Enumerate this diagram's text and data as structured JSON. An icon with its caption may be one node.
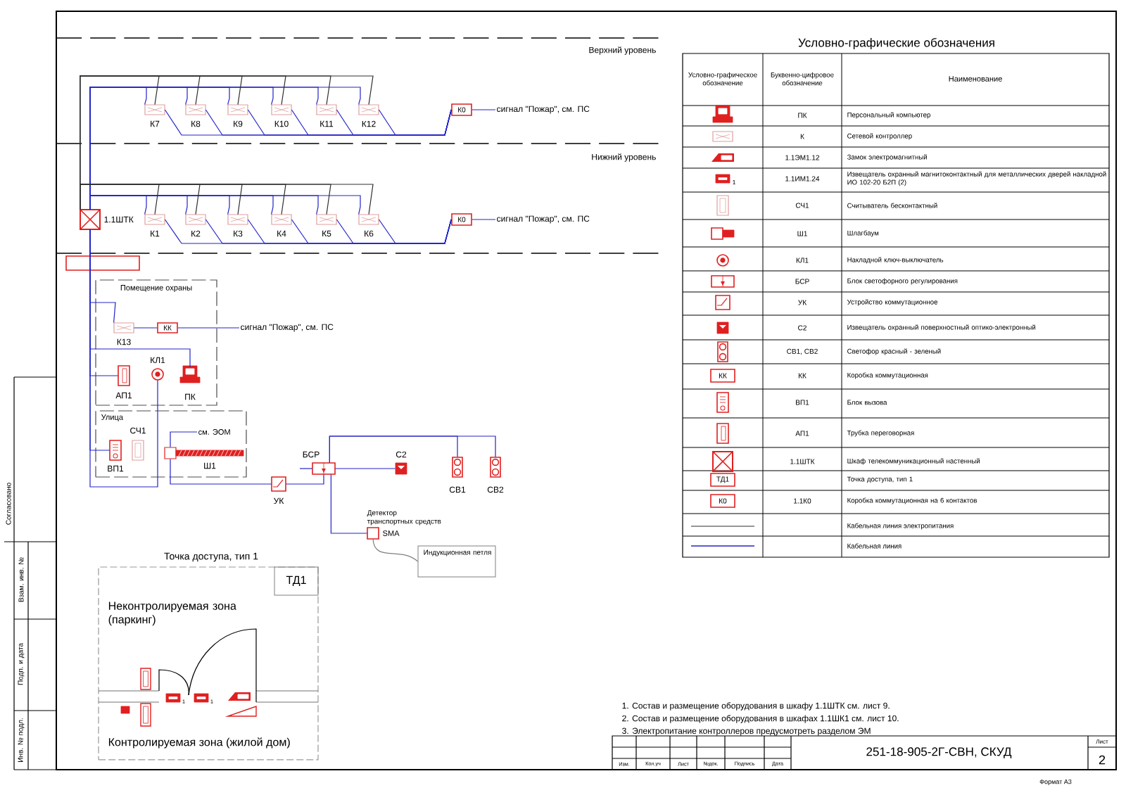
{
  "diagram": {
    "nodes": [
      {
        "text": [
          "К7"
        ]
      },
      {
        "text": [
          "К8"
        ]
      },
      {
        "text": [
          "К9"
        ]
      },
      {
        "text": [
          "К10"
        ]
      },
      {
        "text": [
          "К11"
        ]
      },
      {
        "text": [
          "К12"
        ]
      },
      {
        "text": [
          "К0"
        ]
      },
      {
        "text": [
          "сигнал \"Пожар\", см. ПС"
        ]
      },
      {
        "text": [
          "К1"
        ]
      },
      {
        "text": [
          "К2"
        ]
      },
      {
        "text": [
          "К3"
        ]
      },
      {
        "text": [
          "К4"
        ]
      },
      {
        "text": [
          "К5"
        ]
      },
      {
        "text": [
          "К6"
        ]
      },
      {
        "text": [
          "К0"
        ]
      },
      {
        "text": [
          "сигнал \"Пожар\", см. ПС"
        ]
      },
      {
        "text": [
          "1.1ШТК"
        ]
      },
      {
        "text": [],
        "shape": "box"
      },
      {
        "text": [
          "Помещение охраны"
        ]
      },
      {
        "text": [
          "К13"
        ],
        "in": 18
      },
      {
        "text": [
          "КК"
        ],
        "in": 18
      },
      {
        "text": [
          "сигнал \"Пожар\", см. ПС"
        ]
      },
      {
        "text": [
          "АП1"
        ],
        "in": 18
      },
      {
        "text": [
          "КЛ1"
        ],
        "in": 18
      },
      {
        "text": [
          "ПК"
        ],
        "in": 18
      },
      {
        "text": [
          "Улица"
        ]
      },
      {
        "text": [
          "ВП1"
        ],
        "in": 25
      },
      {
        "text": [
          "СЧ1"
        ],
        "in": 25
      },
      {
        "text": [
          "Ш1"
        ],
        "in": 25
      },
      {
        "text": [
          "см. ЭОМ"
        ],
        "in": 25
      },
      {
        "text": [
          "БСР"
        ]
      },
      {
        "text": [
          "УК"
        ]
      },
      {
        "text": [
          "С2"
        ]
      },
      {
        "text": [
          "СВ1"
        ]
      },
      {
        "text": [
          "СВ2"
        ]
      },
      {
        "text": [
          "Детектор транспортных средств",
          "SMA"
        ]
      },
      {
        "text": [
          "Индукционная петля"
        ]
      },
      {
        "text": [
          "Точка доступа, тип 1",
          "Неконтролируемая зона (паркинг)",
          "Контролируемая зона (жилой дом)"
        ]
      },
      {
        "text": [
          "ТД1"
        ],
        "in": 37
      }
    ],
    "edges": [
      {
        "from": 16,
        "to": 0,
        "arrow": "none"
      },
      {
        "from": 16,
        "to": 1,
        "arrow": "none"
      },
      {
        "from": 16,
        "to": 2,
        "arrow": "none"
      },
      {
        "from": 16,
        "to": 3,
        "arrow": "none"
      },
      {
        "from": 16,
        "to": 4,
        "arrow": "none"
      },
      {
        "from": 16,
        "to": 5,
        "arrow": "none"
      },
      {
        "from": 16,
        "to": 0,
        "arrow": "none",
        "color": "#303030"
      },
      {
        "from": 16,
        "to": 1,
        "arrow": "none",
        "color": "#303030"
      },
      {
        "from": 16,
        "to": 2,
        "arrow": "none",
        "color": "#303030"
      },
      {
        "from": 16,
        "to": 3,
        "arrow": "none",
        "color": "#303030"
      },
      {
        "from": 16,
        "to": 4,
        "arrow": "none",
        "color": "#303030"
      },
      {
        "from": 16,
        "to": 5,
        "arrow": "none",
        "color": "#303030"
      },
      {
        "from": 0,
        "to": 6,
        "arrow": "none"
      },
      {
        "from": 1,
        "to": 6,
        "arrow": "none"
      },
      {
        "from": 2,
        "to": 6,
        "arrow": "none"
      },
      {
        "from": 3,
        "to": 6,
        "arrow": "none"
      },
      {
        "from": 4,
        "to": 6,
        "arrow": "none"
      },
      {
        "from": 5,
        "to": 6,
        "arrow": "none"
      },
      {
        "from": 6,
        "to": 7,
        "arrow": "none"
      },
      {
        "from": 16,
        "to": 8,
        "arrow": "none"
      },
      {
        "from": 16,
        "to": 9,
        "arrow": "none"
      },
      {
        "from": 16,
        "to": 10,
        "arrow": "none"
      },
      {
        "from": 16,
        "to": 11,
        "arrow": "none"
      },
      {
        "from": 16,
        "to": 12,
        "arrow": "none"
      },
      {
        "from": 16,
        "to": 13,
        "arrow": "none"
      },
      {
        "from": 16,
        "to": 8,
        "arrow": "none",
        "color": "#303030"
      },
      {
        "from": 16,
        "to": 9,
        "arrow": "none",
        "color": "#303030"
      },
      {
        "from": 16,
        "to": 10,
        "arrow": "none",
        "color": "#303030"
      },
      {
        "from": 16,
        "to": 11,
        "arrow": "none",
        "color": "#303030"
      },
      {
        "from": 16,
        "to": 12,
        "arrow": "none",
        "color": "#303030"
      },
      {
        "from": 16,
        "to": 13,
        "arrow": "none",
        "color": "#303030"
      },
      {
        "from": 8,
        "to": 14,
        "arrow": "none"
      },
      {
        "from": 9,
        "to": 14,
        "arrow": "none"
      },
      {
        "from": 10,
        "to": 14,
        "arrow": "none"
      },
      {
        "from": 11,
        "to": 14,
        "arrow": "none"
      },
      {
        "from": 12,
        "to": 14,
        "arrow": "none"
      },
      {
        "from": 13,
        "to": 14,
        "arrow": "none"
      },
      {
        "from": 14,
        "to": 15,
        "arrow": "none"
      },
      {
        "from": 16,
        "to": 17,
        "arrow": "none"
      },
      {
        "from": 16,
        "to": 19,
        "arrow": "none"
      },
      {
        "from": 19,
        "to": 20,
        "arrow": "none"
      },
      {
        "from": 20,
        "to": 21,
        "arrow": "none"
      },
      {
        "from": 16,
        "to": 22,
        "arrow": "none"
      },
      {
        "from": 16,
        "to": 24,
        "arrow": "none"
      },
      {
        "from": 16,
        "to": 26,
        "arrow": "none"
      },
      {
        "from": 23,
        "to": 16,
        "arrow": "none"
      },
      {
        "from": 28,
        "to": 29,
        "arrow": "none"
      },
      {
        "from": 28,
        "to": 31,
        "arrow": "none"
      },
      {
        "from": 31,
        "to": 30,
        "arrow": "none"
      },
      {
        "from": null,
        "to": 30,
        "arrow": "none"
      },
      {
        "from": 30,
        "to": 32,
        "arrow": "none"
      },
      {
        "from": 30,
        "to": 33,
        "arrow": "none"
      },
      {
        "from": 30,
        "to": 34,
        "arrow": "none"
      },
      {
        "from": 30,
        "to": 35,
        "arrow": "none"
      },
      {
        "from": 35,
        "to": 36,
        "arrow": "none",
        "color": "#808080"
      }
    ],
    "labels": [
      "Верхний уровень",
      "Нижний уровень",
      "Условно-графические обозначения",
      "Условно-графическое обозначение",
      "Буквенно-цифровое обозначение",
      "Наименование",
      "ПК",
      "Персональный компьютер",
      "К",
      "Сетевой контроллер",
      "1.1ЭМ1.12",
      "Замок электромагнитный",
      "1.1ИМ1.24",
      "Извещатель охранный магнитоконтактный для металлических дверей накладной ИО 102-20 Б2П (2)",
      "СЧ1",
      "Считыватель бесконтактный",
      "Ш1",
      "Шлагбаум",
      "КЛ1",
      "Накладной ключ-выключатель",
      "БСР",
      "Блок светофорного регулирования",
      "УК",
      "Устройство коммутационное",
      "С2",
      "Извещатель охранный поверхностный оптико-электронный",
      "СВ1, СВ2",
      "Светофор красный - зеленый",
      "КК",
      "КК",
      "Коробка коммутационная",
      "ВП1",
      "Блок вызова",
      "АП1",
      "Трубка переговорная",
      "1.1ШТК",
      "Шкаф телекоммуникационный настенный",
      "ТД1",
      "Точка доступа, тип 1",
      "К0",
      "1.1К0",
      "Коробка коммутационная на 6 контактов",
      "1. Состав и размещение оборудования в шкафу 1.1ШТК см. лист 9.",
      "2. Состав и размещение оборудования в шкафах 1.1ШК1 см. лист 10.",
      "3. Электропитание контроллеров предусмотреть разделом ЭМ",
      "Изм.",
      "Кол.уч",
      "Лист",
      "№док.",
      "Подпись",
      "Дата",
      "251-18-905-2Г-СВН, СКУД",
      "Лист",
      "2",
      "Формат А3",
      "Согласовано",
      "Взам. инв. №",
      "Подп. и дата",
      "Инв. № подл.",
      "1",
      "1",
      "1"
    ],
    "legend": [
      {
        "text": "Кабельная линия электропитания"
      },
      {
        "text": "Кабельная линия"
      }
    ]
  }
}
